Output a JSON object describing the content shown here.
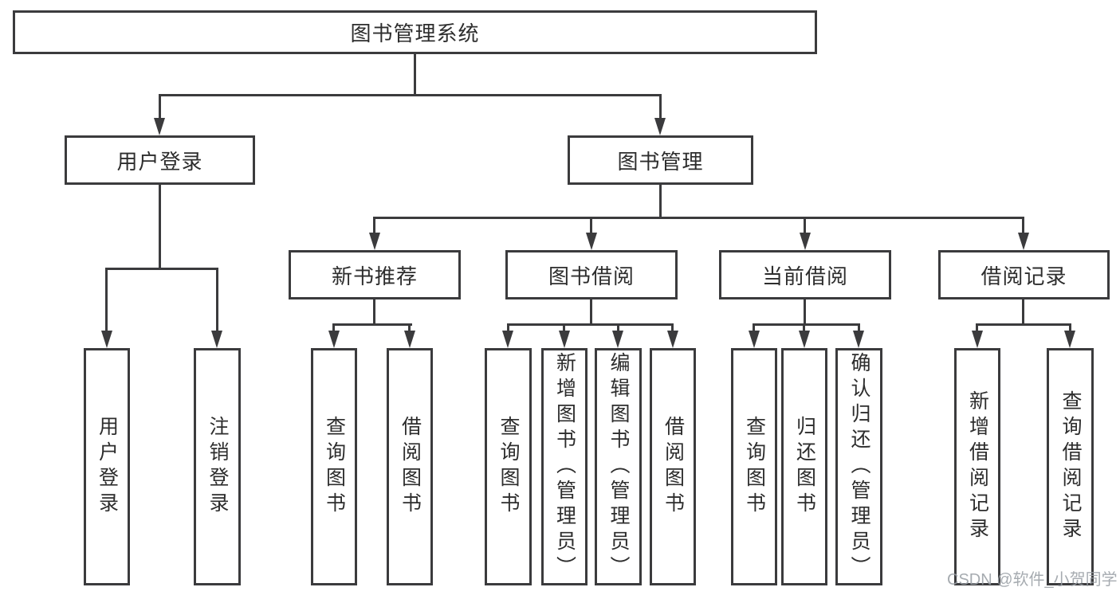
{
  "root": {
    "label": "图书管理系统"
  },
  "branches": [
    {
      "label": "用户登录",
      "leaves": [
        {
          "label": "用户登录"
        },
        {
          "label": "注销登录"
        }
      ]
    },
    {
      "label": "图书管理",
      "groups": [
        {
          "label": "新书推荐",
          "leaves": [
            {
              "label": "查询图书"
            },
            {
              "label": "借阅图书"
            }
          ]
        },
        {
          "label": "图书借阅",
          "leaves": [
            {
              "label": "查询图书"
            },
            {
              "label": "新增图书（管理员）"
            },
            {
              "label": "编辑图书（管理员）"
            },
            {
              "label": "借阅图书"
            }
          ]
        },
        {
          "label": "当前借阅",
          "leaves": [
            {
              "label": "查询图书"
            },
            {
              "label": "归还图书"
            },
            {
              "label": "确认归还（管理员）"
            }
          ]
        },
        {
          "label": "借阅记录",
          "leaves": [
            {
              "label": "新增借阅记录"
            },
            {
              "label": "查询借阅记录"
            }
          ]
        }
      ]
    }
  ],
  "watermark": {
    "text": "CSDN @软件_小贺同学"
  },
  "colors": {
    "line": "#3b3b3d",
    "border": "#3b3b3d",
    "text": "#2d2d2d",
    "background": "#ffffff",
    "watermark": "#9aa0a6"
  }
}
